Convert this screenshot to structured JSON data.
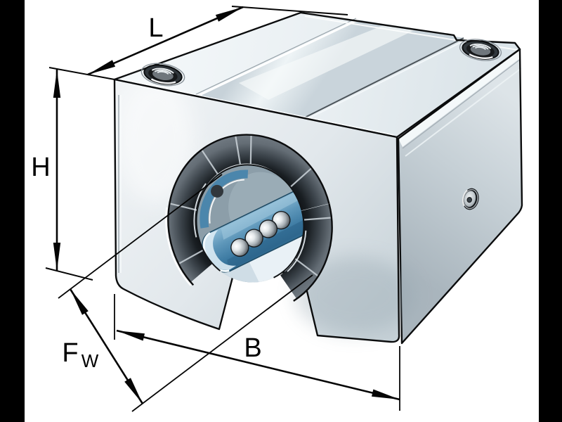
{
  "figure": {
    "title": "Linear ball bearing and housing unit, open design — isometric view with dimension annotations",
    "background_color": "#ffffff",
    "letterbox_color": "#000000"
  },
  "labels": {
    "length": "L",
    "height": "H",
    "width": "B",
    "bore_main": "F",
    "bore_sub": "W"
  },
  "colors": {
    "outline": "#0b0c0d",
    "housing_light": "#f3f7f9",
    "housing_mid": "#dde6ea",
    "housing_dark": "#aeb9c1",
    "groove_band": "#ccd7dd",
    "seal_ring_dark": "#15181b",
    "seal_ring_mid": "#565d63",
    "sleeve_blue": "#4b86ac",
    "sleeve_blue_light": "#a9cee2",
    "bore_far_face": "#8c9ea9",
    "ball_metal": "#aab2b7",
    "dimension_lines": "#050505"
  }
}
